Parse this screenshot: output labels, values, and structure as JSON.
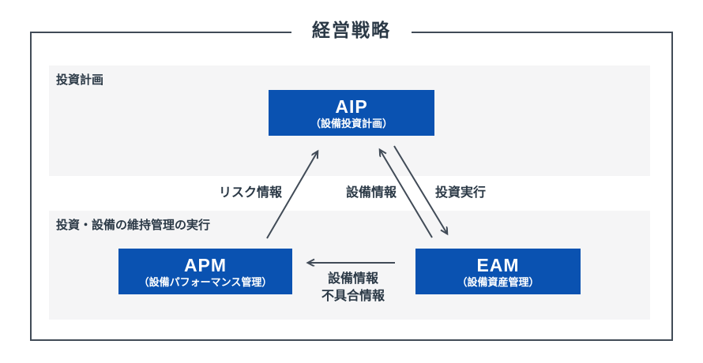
{
  "diagram": {
    "title": "経営戦略",
    "zones": [
      {
        "label": "投資計画"
      },
      {
        "label": "投資・設備の維持管理の実行"
      }
    ],
    "nodes": {
      "aip": {
        "acronym": "AIP",
        "subtitle": "（設備投資計画）"
      },
      "apm": {
        "acronym": "APM",
        "subtitle": "（設備パフォーマンス管理）"
      },
      "eam": {
        "acronym": "EAM",
        "subtitle": "（設備資産管理）"
      }
    },
    "edges": {
      "apm_to_aip": {
        "label": "リスク情報"
      },
      "eam_to_aip": {
        "label": "設備情報"
      },
      "aip_to_eam": {
        "label": "投資実行"
      },
      "eam_to_apm": {
        "label_line1": "設備情報",
        "label_line2": "不具合情報"
      }
    },
    "colors": {
      "node_blue": "#0a52b1",
      "line_dark": "#414b57",
      "text_dark": "#2b3946",
      "zone_gray": "#f5f5f6"
    }
  }
}
